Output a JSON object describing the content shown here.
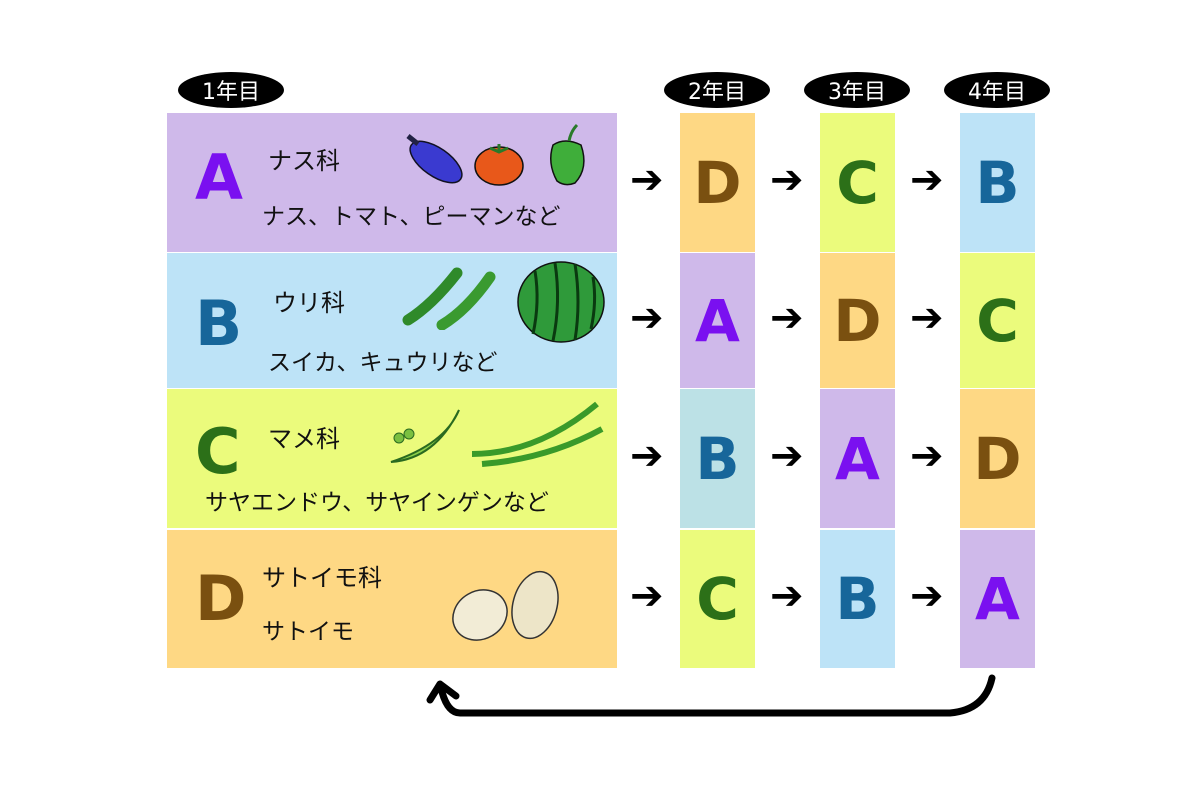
{
  "year_labels": [
    "1年目",
    "2年目",
    "3年目",
    "4年目"
  ],
  "families": [
    {
      "letter": "A",
      "name": "ナス科",
      "examples": "ナス、トマト、ピーマンなど",
      "bg": "#cfb9ea",
      "color": "#7a10f0"
    },
    {
      "letter": "B",
      "name": "ウリ科",
      "examples": "スイカ、キュウリなど",
      "bg": "#bde3f7",
      "color": "#17669a"
    },
    {
      "letter": "C",
      "name": "マメ科",
      "examples": "サヤエンドウ、サヤインゲンなど",
      "bg": "#ebfb7c",
      "color": "#2c7018"
    },
    {
      "letter": "D",
      "name": "サトイモ科",
      "examples": "サトイモ",
      "bg": "#fed884",
      "color": "#7a5010"
    }
  ],
  "rotation": {
    "year2": [
      "D",
      "A",
      "B",
      "C"
    ],
    "year3": [
      "C",
      "D",
      "A",
      "B"
    ],
    "year4": [
      "B",
      "C",
      "D",
      "A"
    ]
  },
  "arrow_glyph": "➔",
  "icons": [
    "eggplant-icon",
    "tomato-icon",
    "pepper-icon",
    "cucumber-icon",
    "watermelon-icon",
    "pea-pod-icon",
    "green-bean-icon",
    "taro-icon",
    "return-arrow-icon"
  ]
}
